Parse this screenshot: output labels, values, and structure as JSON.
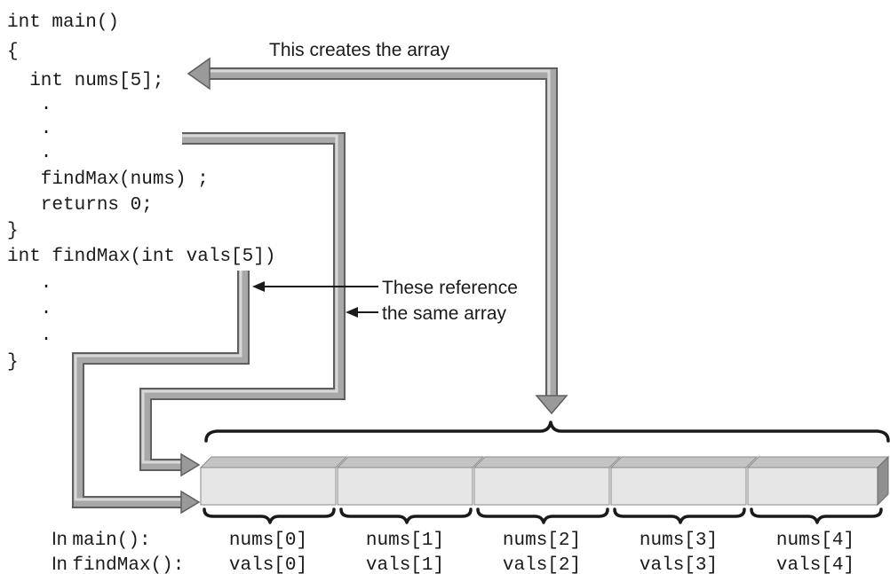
{
  "code_lines": [
    "int main()",
    "{",
    "  int nums[5];",
    "   .",
    "   .",
    "   .",
    "   findMax(nums) ;",
    "   returns 0;",
    "}",
    "int findMax(int vals[5])",
    "   .",
    "   .",
    "   .",
    "}"
  ],
  "annotations": {
    "creates": "This creates the array",
    "reference_line1": "These reference",
    "reference_line2": "the same array"
  },
  "row_labels": {
    "main_prefix": "In ",
    "main_func": "main():",
    "findmax_prefix": "In ",
    "findmax_func": "findMax():"
  },
  "cells": [
    {
      "main_name": "nums[0]",
      "findmax_name": "vals[0]"
    },
    {
      "main_name": "nums[1]",
      "findmax_name": "vals[1]"
    },
    {
      "main_name": "nums[2]",
      "findmax_name": "vals[2]"
    },
    {
      "main_name": "nums[3]",
      "findmax_name": "vals[3]"
    },
    {
      "main_name": "nums[4]",
      "findmax_name": "vals[4]"
    }
  ],
  "colors": {
    "pipe": "#a8a8a8",
    "pipe_shadow": "#5f5f5f",
    "cell_front": "#e6e6e6",
    "text": "#1a1a1a"
  }
}
